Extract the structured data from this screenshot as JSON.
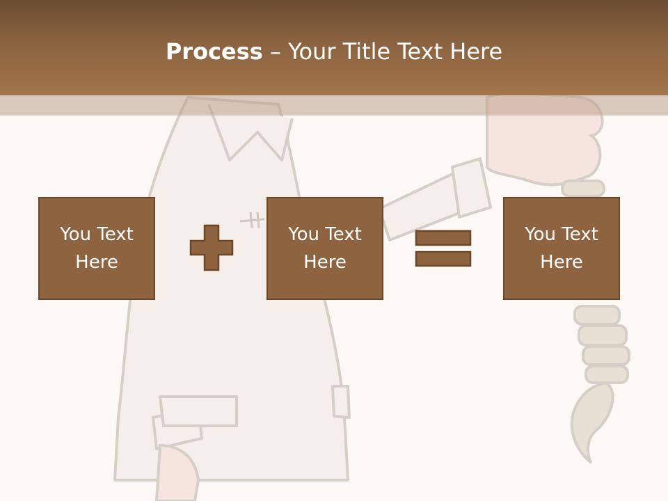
{
  "title": {
    "bold": "Process",
    "rest": " – Your Title Text Here"
  },
  "boxes": [
    {
      "text": "You Text Here"
    },
    {
      "text": "You Text Here"
    },
    {
      "text": "You Text Here"
    }
  ],
  "operators": [
    "plus",
    "equals"
  ],
  "colors": {
    "header": "#8b6341",
    "box_fill": "#8d6340",
    "box_border": "#6b4726",
    "background": "#fbf8f5"
  },
  "icons": [
    "plus-icon",
    "equals-icon",
    "doctor-illustration",
    "spine-illustration"
  ]
}
